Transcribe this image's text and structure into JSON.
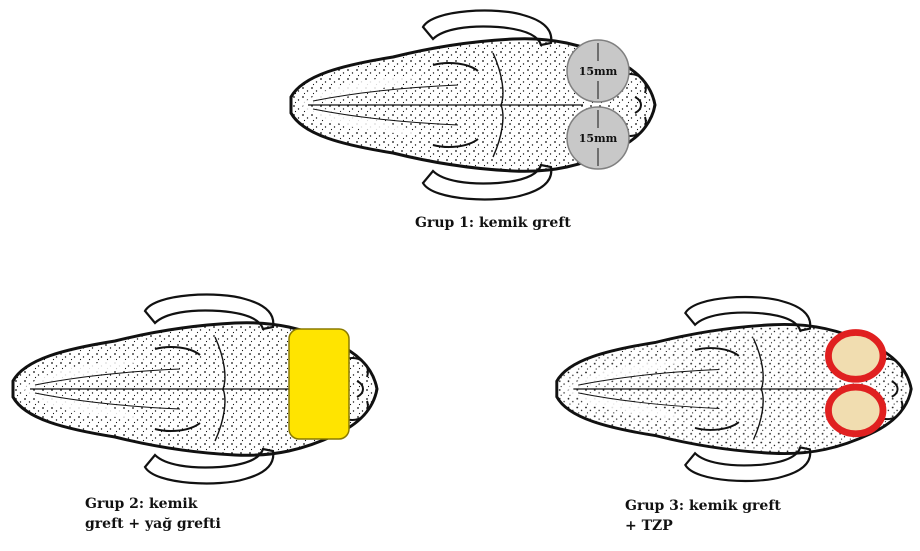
{
  "figure": {
    "groups": [
      {
        "id": "grup1",
        "caption_lines": [
          "Grup 1: kemik greft"
        ],
        "defect_labels": [
          "15mm",
          "15mm"
        ],
        "defect_color": "#c8c8c8",
        "defect_stroke": "#808080"
      },
      {
        "id": "grup2",
        "caption_lines": [
          "Grup 2: kemik",
          "greft + yağ grefti"
        ],
        "defect_color": "#ffe400",
        "defect_stroke": "#8a7a00"
      },
      {
        "id": "grup3",
        "caption_lines": [
          "Grup 3: kemik greft",
          "+ TZP"
        ],
        "defect_fill": "#f1ddb0",
        "defect_ring": "#e02020"
      }
    ]
  }
}
